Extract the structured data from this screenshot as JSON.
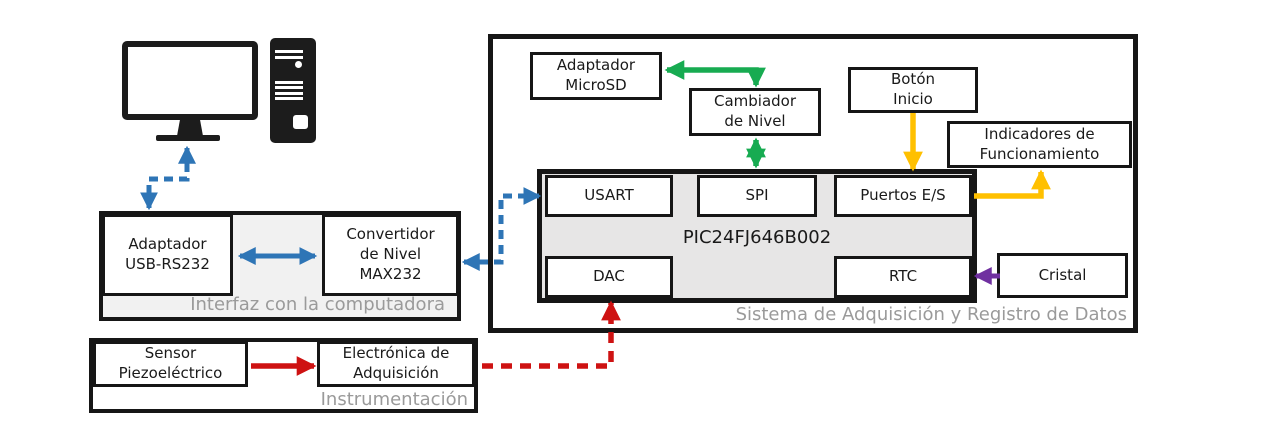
{
  "colors": {
    "blue": "#2E75B6",
    "green": "#17AB51",
    "yellow": "#FFC000",
    "red": "#CE1212",
    "purple": "#7030A0",
    "gray_label": "#9A9A9A",
    "pic_fill": "#E7E6E6",
    "interface_fill": "#F1F1F1",
    "box_border": "#161616"
  },
  "containers": {
    "acquisition": {
      "label": "Sistema de Adquisición y Registro de Datos"
    },
    "interface": {
      "label": "Interfaz con la computadora"
    },
    "instrumentation": {
      "label": "Instrumentación"
    }
  },
  "boxes": {
    "microsd": "Adaptador\nMicroSD",
    "level_shifter": "Cambiador\nde Nivel",
    "start_button": "Botón\nInicio",
    "indicators": "Indicadores de\nFuncionamiento",
    "mcu": "PIC24FJ646B002",
    "usart": "USART",
    "spi": "SPI",
    "io_ports": "Puertos E/S",
    "dac": "DAC",
    "rtc": "RTC",
    "crystal": "Cristal",
    "usb_adapter": "Adaptador\nUSB-RS232",
    "level_converter": "Convertidor\nde Nivel\nMAX232",
    "sensor": "Sensor\nPiezoeléctrico",
    "acq_electronics": "Electrónica de\nAdquisición"
  },
  "icons": {
    "computer": "desktop-computer"
  }
}
